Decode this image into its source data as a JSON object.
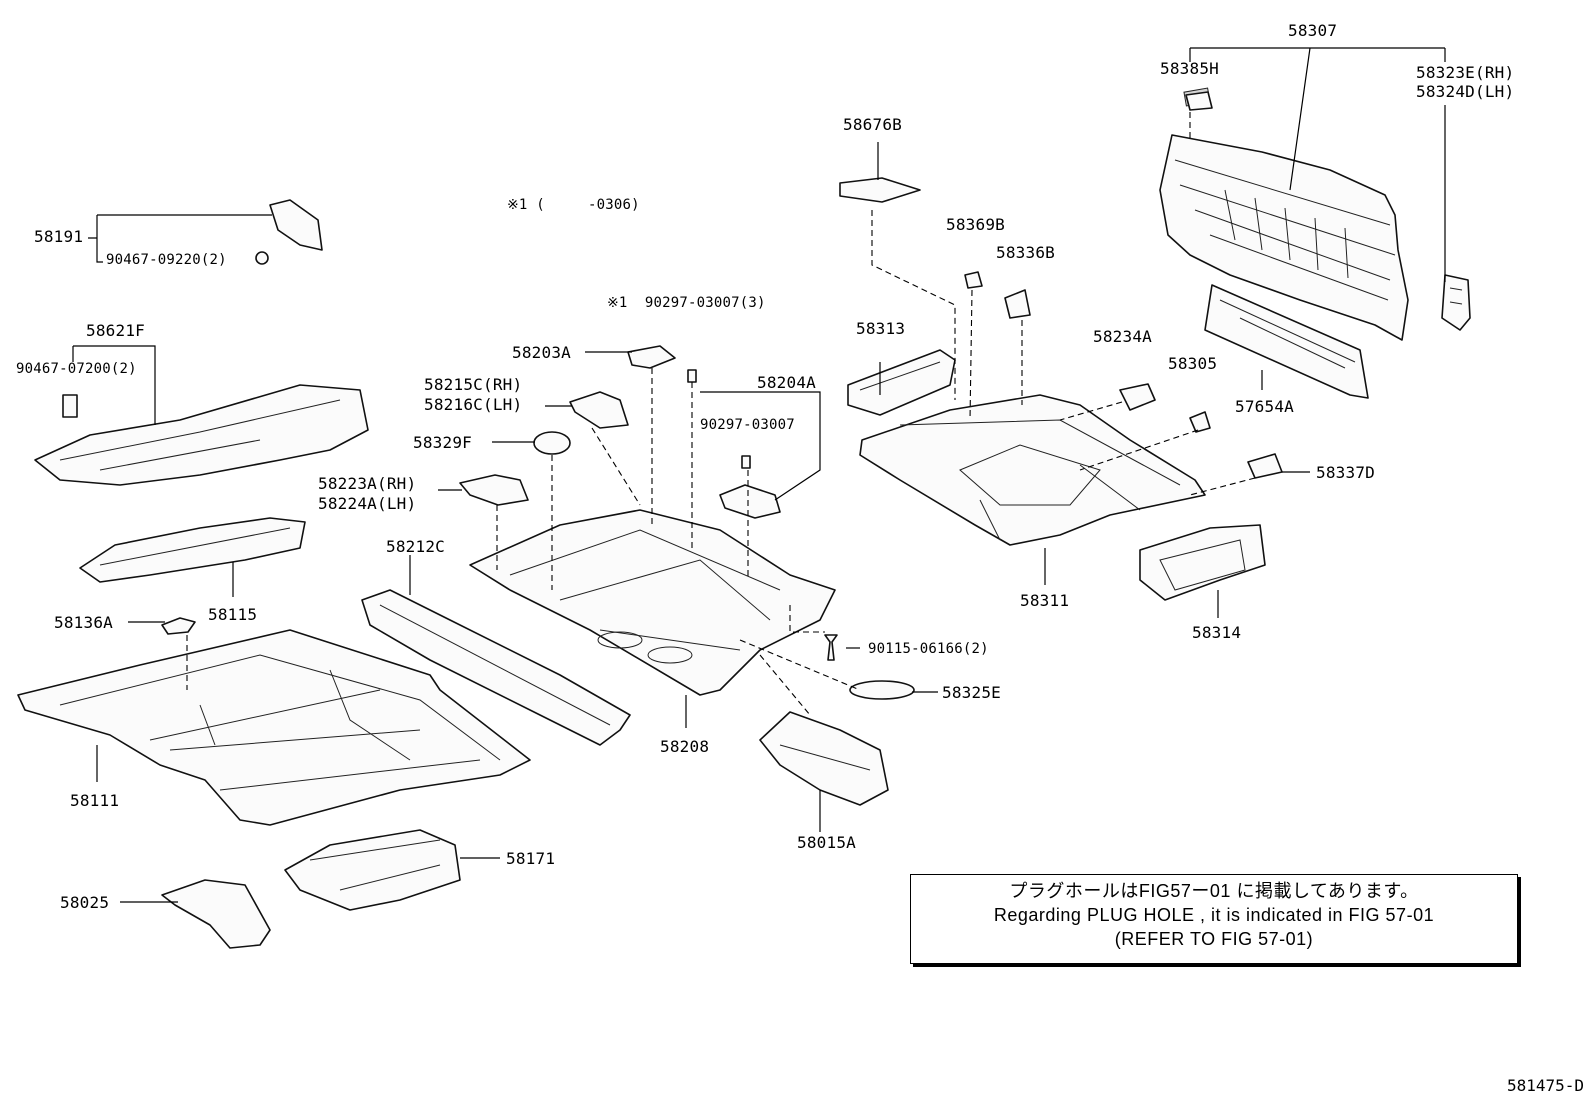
{
  "figure_code": "581475-D",
  "note": {
    "line1": "プラグホールはFIG57ー01 に掲載してあります。",
    "line2": "Regarding  PLUG  HOLE  ,  it  is  indicated  in  FIG  57-01",
    "line3": "(REFER TO FIG 57-01)"
  },
  "remarks": {
    "r1": "※1 (     -0306)",
    "r2": "※1  90297-03007(3)"
  },
  "labels": {
    "p58307": "58307",
    "p58385H": "58385H",
    "p58323E": "58323E(RH)",
    "p58324D": "58324D(LH)",
    "p58676B": "58676B",
    "p58369B": "58369B",
    "p58336B": "58336B",
    "p58313": "58313",
    "p58234A": "58234A",
    "p58305": "58305",
    "p57654A": "57654A",
    "p58337D": "58337D",
    "p58311": "58311",
    "p58314": "58314",
    "p58191": "58191",
    "p90467_09220": "90467-09220(2)",
    "p58621F": "58621F",
    "p90467_07200": "90467-07200(2)",
    "p58203A": "58203A",
    "p58215C": "58215C(RH)",
    "p58216C": "58216C(LH)",
    "p58329F": "58329F",
    "p58204A": "58204A",
    "p90297_03007": "90297-03007",
    "p58223A": "58223A(RH)",
    "p58224A": "58224A(LH)",
    "p58212C": "58212C",
    "p58115": "58115",
    "p58136A": "58136A",
    "p90115_06166": "90115-06166(2)",
    "p58325E": "58325E",
    "p58208": "58208",
    "p58111": "58111",
    "p58015A": "58015A",
    "p58171": "58171",
    "p58025": "58025"
  }
}
